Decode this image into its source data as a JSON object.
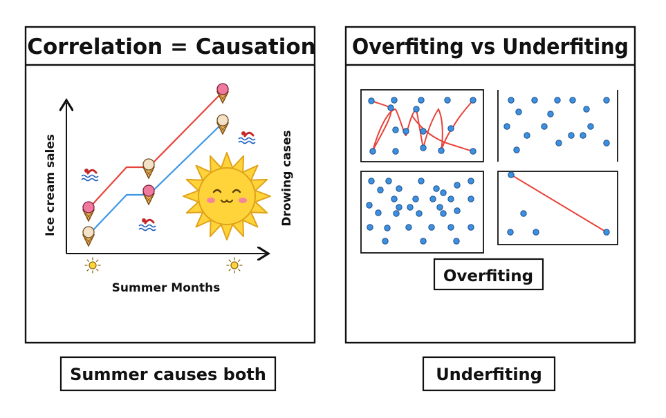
{
  "left_panel": {
    "title": "Correlation = Causation",
    "y_label": "Ice cream sales",
    "y2_label": "Drowing cases",
    "x_label": "Summer Months",
    "caption": "Summer causes both"
  },
  "right_panel": {
    "title": "Overfiting vs Underfiting",
    "label_overfit": "Overfiting",
    "label_underfit": "Underfiting"
  },
  "colors": {
    "red_line": "#e8433a",
    "blue_line": "#3d97e6",
    "dot_fill": "#3d8fe0",
    "dot_stroke": "#1c4f8a",
    "sun_fill": "#ffd43b",
    "sun_stroke": "#e0a21a",
    "frame": "#111111"
  },
  "icons": [
    "ice-cream-cone-icon",
    "sun-icon",
    "swimmer-waves-icon",
    "smiling-sun-illustration"
  ]
}
